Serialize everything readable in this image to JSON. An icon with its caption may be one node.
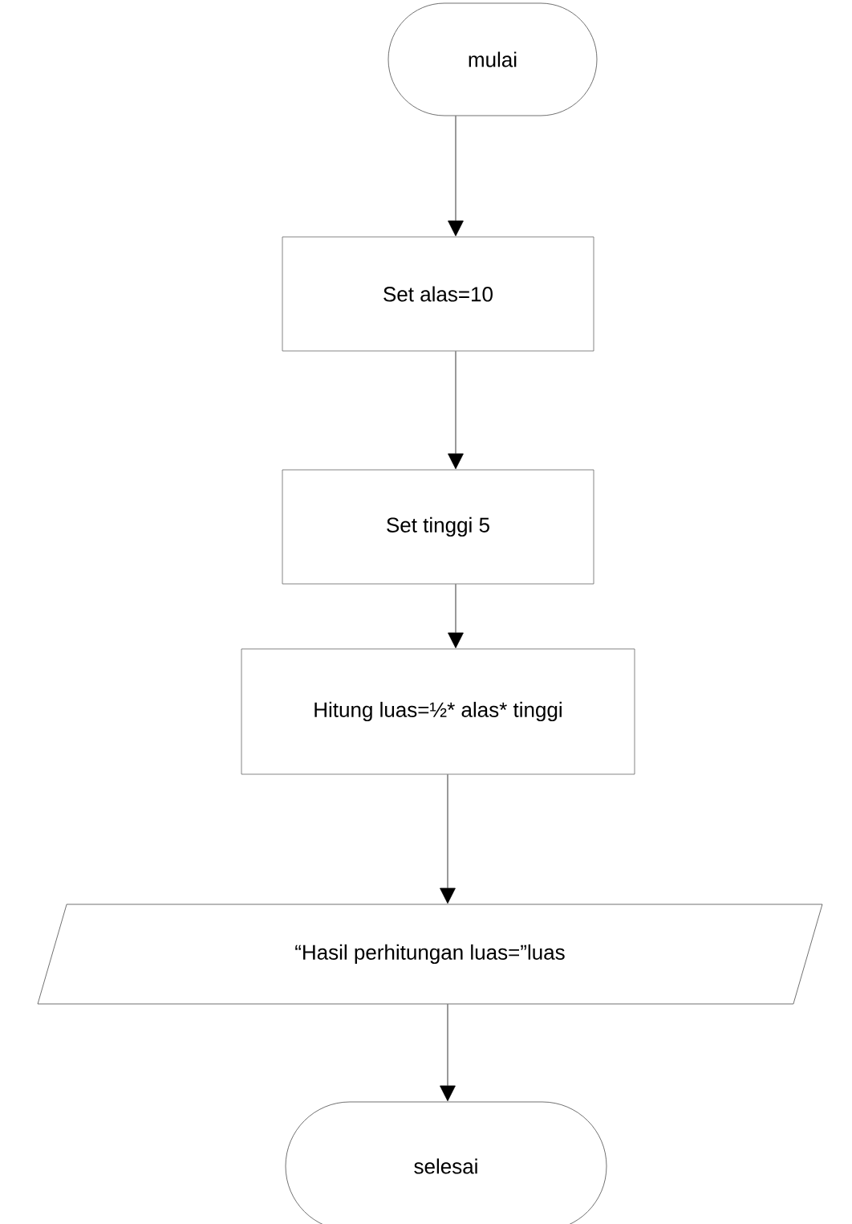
{
  "diagram": {
    "nodes": [
      {
        "text": [
          "mulai"
        ]
      },
      {
        "text": [
          "Set alas=10"
        ]
      },
      {
        "text": [
          "Set tinggi 5"
        ]
      },
      {
        "text": [
          "Hitung luas=½* alas* tinggi"
        ]
      },
      {
        "text": [
          "“Hasil perhitungan luas=”luas"
        ]
      },
      {
        "text": [
          "selesai"
        ]
      }
    ],
    "edges": [
      {
        "from": 0,
        "to": 1,
        "arrow": "to"
      },
      {
        "from": 1,
        "to": 2,
        "arrow": "to"
      },
      {
        "from": 2,
        "to": 3,
        "arrow": "to"
      },
      {
        "from": 3,
        "to": 4,
        "arrow": "to"
      },
      {
        "from": 4,
        "to": 5,
        "arrow": "to"
      }
    ]
  }
}
